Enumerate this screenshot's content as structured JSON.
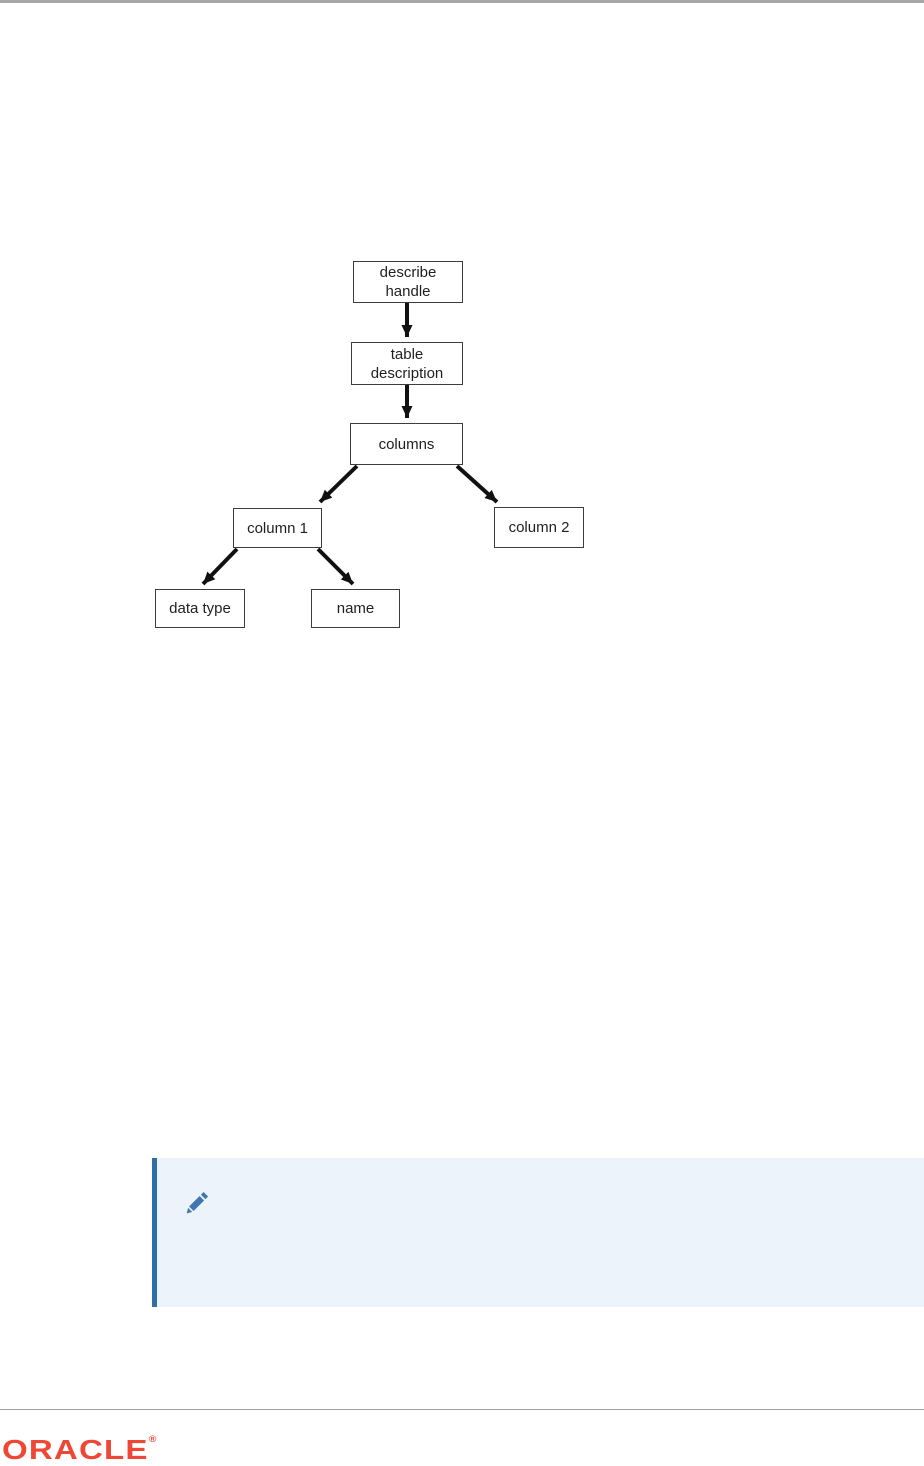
{
  "page": {
    "type": "oracle-documentation-page",
    "background_color": "#ffffff",
    "top_bar_color": "#a7a7a7"
  },
  "diagram": {
    "title": "table description tree",
    "nodes": [
      {
        "id": "describe-handle",
        "label": "describe\nhandle"
      },
      {
        "id": "table-description",
        "label": "table\ndescription"
      },
      {
        "id": "columns",
        "label": "columns"
      },
      {
        "id": "column-1",
        "label": "column 1"
      },
      {
        "id": "column-2",
        "label": "column 2"
      },
      {
        "id": "data-type",
        "label": "data type"
      },
      {
        "id": "name",
        "label": "name"
      }
    ],
    "edges": [
      {
        "from": "describe-handle",
        "to": "table-description"
      },
      {
        "from": "table-description",
        "to": "columns"
      },
      {
        "from": "columns",
        "to": "column-1"
      },
      {
        "from": "columns",
        "to": "column-2"
      },
      {
        "from": "column-1",
        "to": "data-type"
      },
      {
        "from": "column-1",
        "to": "name"
      }
    ],
    "box_border_color": "#3d3d3d",
    "arrow_color": "#111111"
  },
  "note": {
    "icon": "pencil-icon",
    "accent_color": "#2f6fa7",
    "background_color": "#edf3fa",
    "icon_color": "#3f77ae"
  },
  "footer": {
    "logo_text": "ORACLE",
    "registered_mark": "®",
    "logo_color": "#ee4736",
    "divider_color": "#a0a0a0"
  }
}
